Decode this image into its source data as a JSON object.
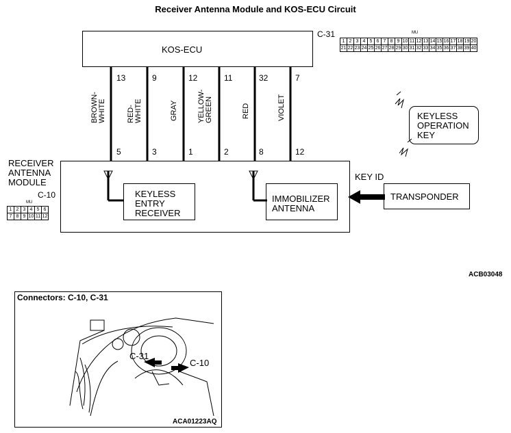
{
  "title": "Receiver Antenna  Module and KOS-ECU Circuit",
  "ecu": {
    "label": "KOS-ECU",
    "connector": "C-31"
  },
  "module": {
    "label": "RECEIVER\nANTENNA\nMODULE",
    "connector": "C-10"
  },
  "keyless_receiver": "KEYLESS\nENTRY\nRECEIVER",
  "immobilizer": "IMMOBILIZER\nANTENNA",
  "transponder": "TRANSPONDER",
  "key_id": "KEY ID",
  "keyless_key": "KEYLESS\nOPERATION\nKEY",
  "code_main": "ACB03048",
  "code_inset": "ACA01223AQ",
  "inset_title": "Connectors: C-10, C-31",
  "inset_c31": "C-31",
  "inset_c10": "C-10",
  "connector_mu": "MU",
  "wires": [
    {
      "top_pin": "13",
      "bottom_pin": "5",
      "label": "BROWN-\nWHITE"
    },
    {
      "top_pin": "9",
      "bottom_pin": "3",
      "label": "RED-\nWHITE"
    },
    {
      "top_pin": "12",
      "bottom_pin": "1",
      "label": "GRAY"
    },
    {
      "top_pin": "11",
      "bottom_pin": "2",
      "label": "YELLOW-\nGREEN"
    },
    {
      "top_pin": "32",
      "bottom_pin": "8",
      "label": "RED"
    },
    {
      "top_pin": "7",
      "bottom_pin": "12",
      "label": "VIOLET"
    }
  ],
  "c31_pins": [
    [
      "1",
      "2",
      "3",
      "4",
      "5",
      "6",
      "7",
      "8",
      "9",
      "10",
      "11",
      "12",
      "13",
      "14",
      "15",
      "16",
      "17",
      "18",
      "19",
      "20"
    ],
    [
      "21",
      "22",
      "23",
      "24",
      "25",
      "26",
      "27",
      "28",
      "29",
      "30",
      "31",
      "32",
      "33",
      "34",
      "35",
      "36",
      "37",
      "38",
      "39",
      "40"
    ]
  ],
  "c10_pins": [
    [
      "1",
      "2",
      "3",
      "4",
      "5",
      "6"
    ],
    [
      "7",
      "8",
      "9",
      "10",
      "11",
      "12"
    ]
  ]
}
